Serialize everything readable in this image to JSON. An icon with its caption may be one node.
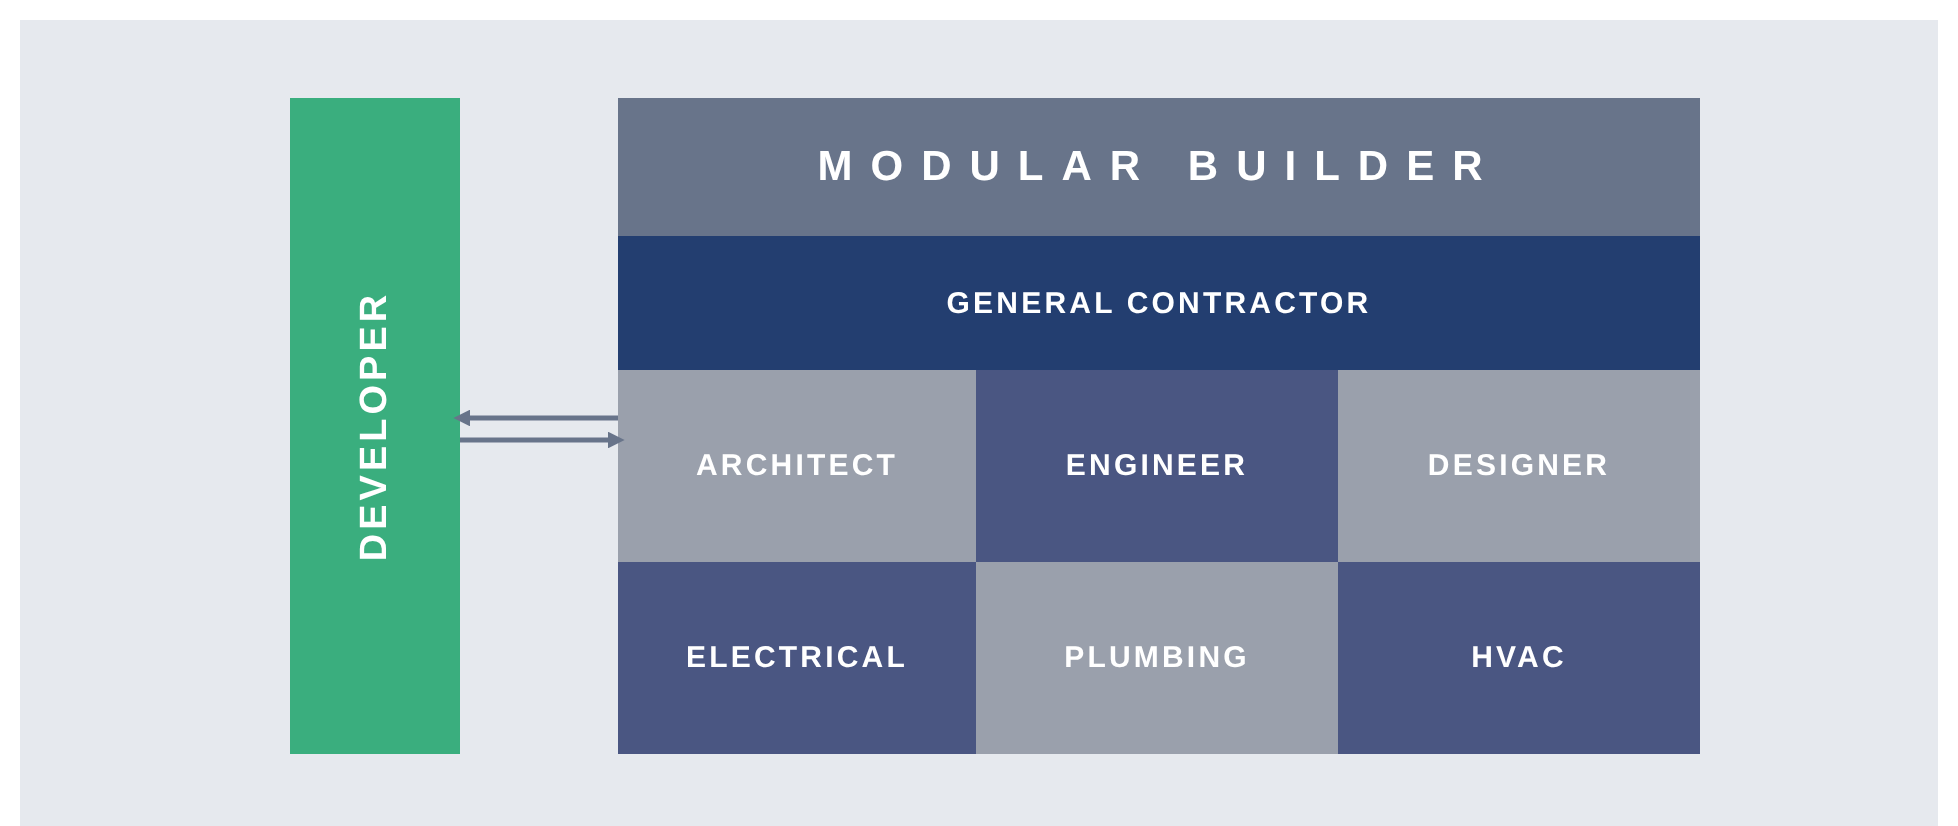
{
  "diagram": {
    "nodes": [
      {
        "text": [
          "DEVELOPER"
        ]
      },
      {
        "text": [
          "MODULAR BUILDER"
        ]
      },
      {
        "text": [
          "GENERAL CONTRACTOR"
        ],
        "in": 1
      },
      {
        "text": [
          "ARCHITECT"
        ],
        "in": 1
      },
      {
        "text": [
          "ENGINEER"
        ],
        "in": 1
      },
      {
        "text": [
          "DESIGNER"
        ],
        "in": 1
      },
      {
        "text": [
          "ELECTRICAL"
        ],
        "in": 1
      },
      {
        "text": [
          "PLUMBING"
        ],
        "in": 1
      },
      {
        "text": [
          "HVAC"
        ],
        "in": 1
      }
    ],
    "edges": [
      {
        "from": 1,
        "to": 0,
        "arrow": "to"
      },
      {
        "from": 0,
        "to": 1,
        "arrow": "to"
      }
    ]
  }
}
